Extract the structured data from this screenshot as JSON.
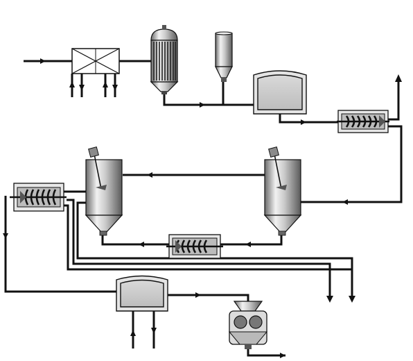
{
  "diagram": {
    "type": "process-flow",
    "text_labels": [],
    "units": [
      {
        "id": "heat-exchanger",
        "kind": "cross-flow heat exchanger"
      },
      {
        "id": "column-reactor",
        "kind": "tube bundle vessel"
      },
      {
        "id": "feed-hopper",
        "kind": "small hopper"
      },
      {
        "id": "holding-tank-1",
        "kind": "tank"
      },
      {
        "id": "screw-conveyor-1",
        "kind": "screw conveyor"
      },
      {
        "id": "agitated-vessel-right",
        "kind": "agitated conical vessel"
      },
      {
        "id": "agitated-vessel-left",
        "kind": "agitated conical vessel"
      },
      {
        "id": "screw-conveyor-2",
        "kind": "screw conveyor"
      },
      {
        "id": "screw-conveyor-3",
        "kind": "screw conveyor"
      },
      {
        "id": "holding-tank-2",
        "kind": "tank"
      },
      {
        "id": "roller-mill",
        "kind": "roller mill"
      }
    ],
    "colors": {
      "pipe": "#111111",
      "vessel_light": "#e6e6e6",
      "vessel_dark": "#6f6f6f",
      "tank_fill": "#cfcfcf"
    }
  }
}
